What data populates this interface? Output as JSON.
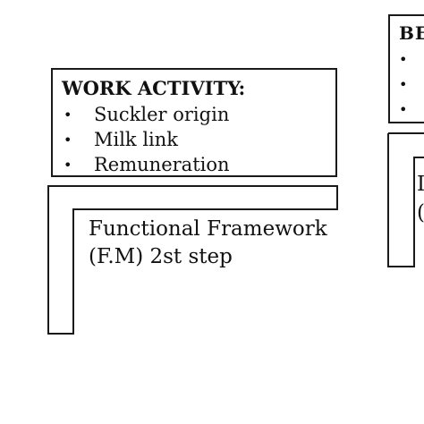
{
  "work_activity": {
    "title": "WORK ACTIVITY:",
    "items": [
      {
        "bullet": "•",
        "label": "Suckler origin"
      },
      {
        "bullet": "•",
        "label": "Milk link"
      },
      {
        "bullet": "•",
        "label": "Remuneration"
      }
    ]
  },
  "functional_framework": {
    "line1": "Functional Framework",
    "line2": "(F.M) 2st step"
  },
  "right_box": {
    "title_fragment": "BE",
    "bullets": [
      "•",
      "•",
      "•"
    ]
  },
  "right_frame": {
    "line1_fragment": "I",
    "line2_fragment": "("
  },
  "colors": {
    "stroke": "#1a1a1a",
    "text": "#111111",
    "background": "#ffffff"
  }
}
